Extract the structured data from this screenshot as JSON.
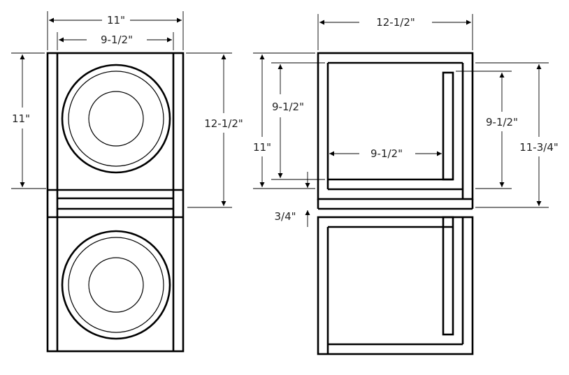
{
  "front_view": {
    "width_outer": "11\"",
    "width_inner": "9-1/2\"",
    "height_chamber": "11\"",
    "height_total": "12-1/2\""
  },
  "side_view": {
    "depth_outer": "12-1/2\"",
    "height_inner": "9-1/2\"",
    "height_outer": "11\"",
    "depth_inner": "9-1/2\"",
    "height_right_inner": "9-1/2\"",
    "height_right_outer": "11-3/4\"",
    "divider_thickness": "3/4\""
  }
}
